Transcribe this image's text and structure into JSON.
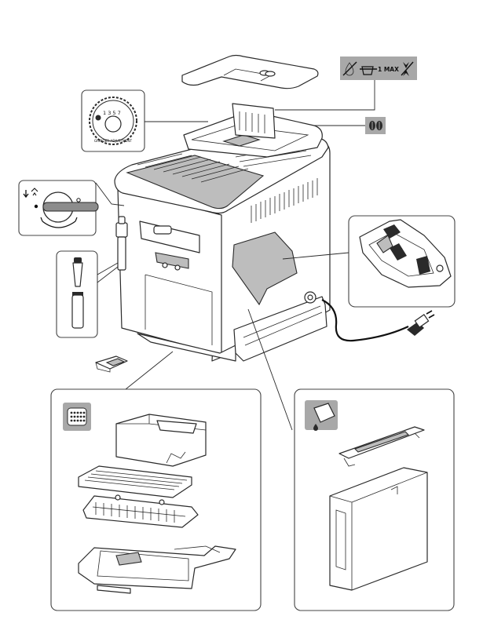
{
  "labels": {
    "grinder_dial": "GRINDER ADJUSTMENT",
    "grinder_numbers": "1 3 5 7",
    "water_level_max": "1 MAX"
  },
  "icons": {
    "water_tank_top": [
      "no-water-icon",
      "cup-level-icon",
      "no-ice-icon"
    ],
    "bean_container": "coffee-beans-icon",
    "drip_tray_section": "grounds-container-icon",
    "water_tank_section": "water-tank-icon",
    "steam_knob": "steam-water-selector-icon"
  },
  "colors": {
    "line": "#2a2a2a",
    "panel_grey": "#bdbdbd",
    "icon_badge": "#a8a8a8"
  }
}
